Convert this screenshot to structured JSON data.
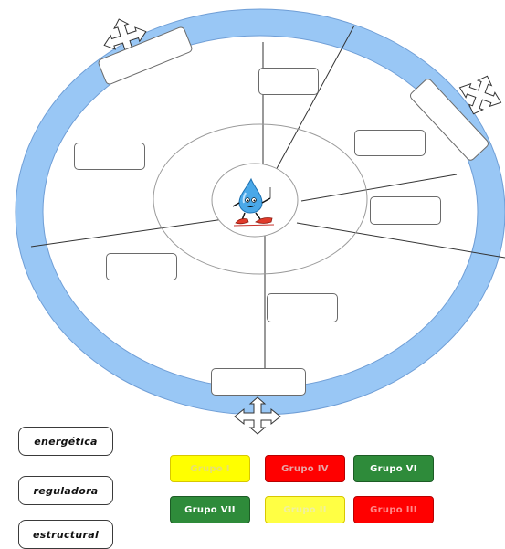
{
  "word_cards": [
    {
      "label": "energética"
    },
    {
      "label": "reguladora"
    },
    {
      "label": "estructural"
    }
  ],
  "group_cards": [
    {
      "label": "Grupo I",
      "bg": "#ffff00",
      "fg": "#e8e070",
      "border": "#d8c800"
    },
    {
      "label": "Grupo IV",
      "bg": "#ff0000",
      "fg": "#e8a6a6",
      "border": "#b80000"
    },
    {
      "label": "Grupo VI",
      "bg": "#2e8b3a",
      "fg": "#ffffff",
      "border": "#1c5c25"
    },
    {
      "label": "Grupo VII",
      "bg": "#2e8b3a",
      "fg": "#ffffff",
      "border": "#1c5c25"
    },
    {
      "label": "Grupo II",
      "bg": "#ffff44",
      "fg": "#f0f0a0",
      "border": "#d8c800"
    },
    {
      "label": "Grupo III",
      "bg": "#ff0000",
      "fg": "#ff8a8a",
      "border": "#b80000"
    }
  ],
  "colors": {
    "ring": "#99c7f5",
    "ring_border": "#6f9ed6",
    "line": "#333333",
    "inner_circle": "#9a9a9a"
  },
  "icons": {
    "mascot": "water-drop-mascot-icon",
    "resize": "four-way-arrow-icon"
  }
}
